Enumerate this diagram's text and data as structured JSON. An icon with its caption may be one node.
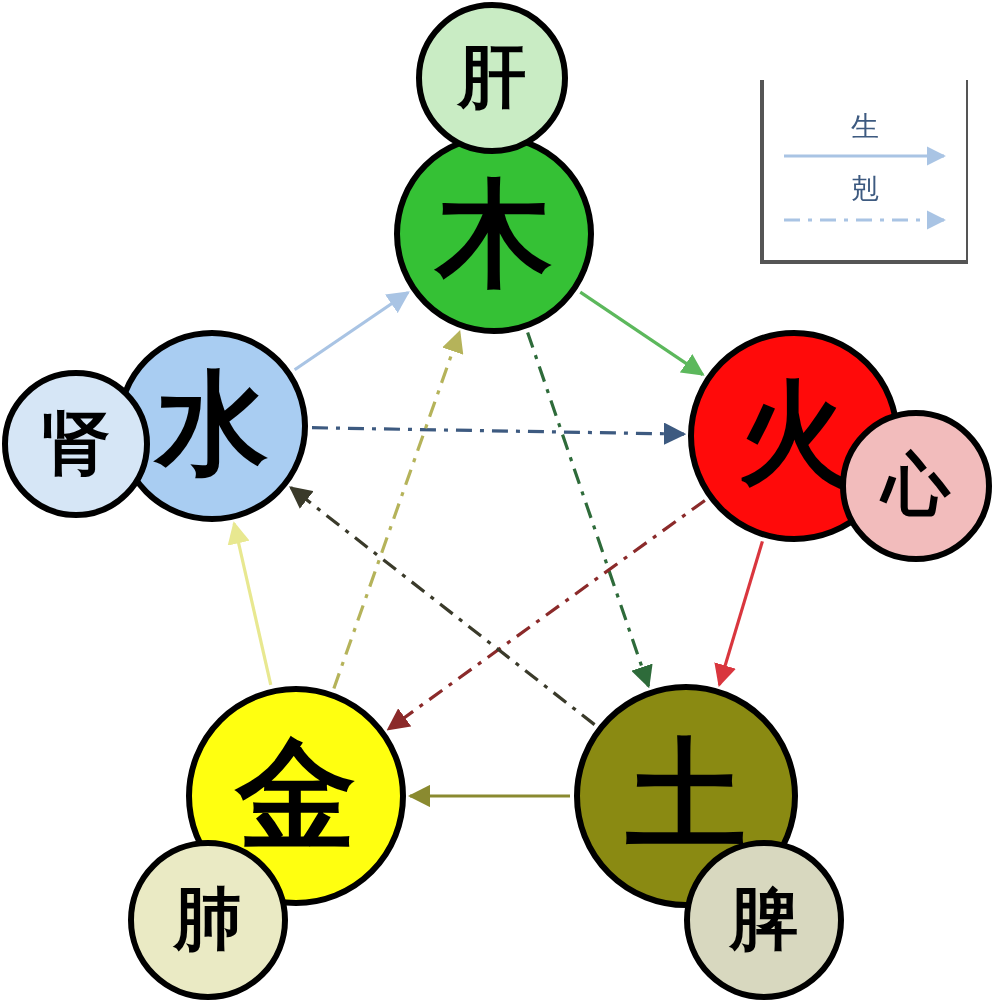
{
  "diagram": {
    "nodes": [
      {
        "text": [
          "木"
        ]
      },
      {
        "text": [
          "肝"
        ]
      },
      {
        "text": [
          "火"
        ]
      },
      {
        "text": [
          "心"
        ]
      },
      {
        "text": [
          "土"
        ]
      },
      {
        "text": [
          "脾"
        ]
      },
      {
        "text": [
          "金"
        ]
      },
      {
        "text": [
          "肺"
        ]
      },
      {
        "text": [
          "水"
        ]
      },
      {
        "text": [
          "肾"
        ]
      }
    ],
    "edges": [
      {
        "from": 0,
        "to": 2,
        "arrow": "to",
        "color": "#5cb85c"
      },
      {
        "from": 2,
        "to": 4,
        "arrow": "to",
        "color": "#d9363e"
      },
      {
        "from": 4,
        "to": 6,
        "arrow": "to",
        "color": "#8a8a30"
      },
      {
        "from": 6,
        "to": 8,
        "arrow": "to",
        "color": "#e8e890"
      },
      {
        "from": 8,
        "to": 0,
        "arrow": "to",
        "color": "#a9c4e4"
      },
      {
        "from": 8,
        "to": 2,
        "arrow": "to",
        "style": "dashed",
        "color": "#3d5a80"
      },
      {
        "from": 0,
        "to": 4,
        "arrow": "to",
        "style": "dashed",
        "color": "#2e6b3a"
      },
      {
        "from": 2,
        "to": 6,
        "arrow": "to",
        "style": "dashed",
        "color": "#8b2a2a"
      },
      {
        "from": 4,
        "to": 8,
        "arrow": "to",
        "style": "dashed",
        "color": "#3a3a2a"
      },
      {
        "from": 6,
        "to": 0,
        "arrow": "to",
        "style": "dashed",
        "color": "#b5b35a"
      }
    ],
    "legend": [
      {
        "text": "生"
      },
      {
        "text": "剋"
      }
    ]
  }
}
